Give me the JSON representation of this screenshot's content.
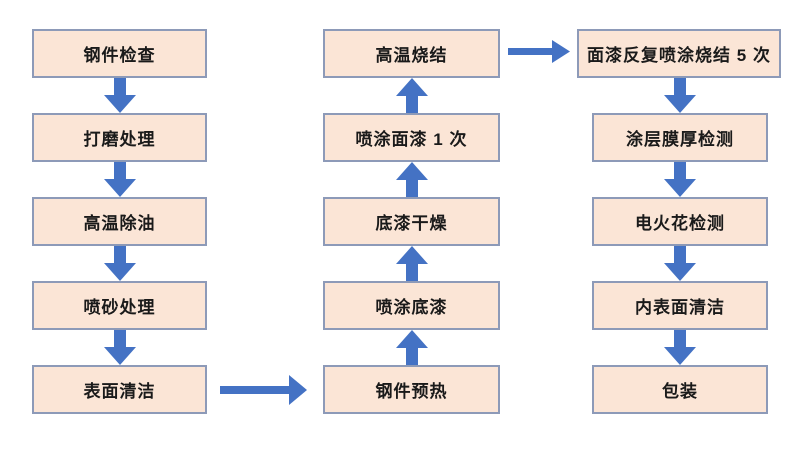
{
  "flowchart": {
    "type": "process-flow",
    "background_color": "#ffffff",
    "box_fill_color": "#fbe5d6",
    "box_border_color": "#8d9ab8",
    "arrow_color": "#4472c4",
    "text_color": "#1a1a1a",
    "columns": [
      {
        "name": "pretreatment",
        "visual_flow": "top-to-bottom",
        "steps": [
          "钢件检查",
          "打磨处理",
          "高温除油",
          "喷砂处理",
          "表面清洁"
        ]
      },
      {
        "name": "coating",
        "visual_flow": "bottom-to-top",
        "steps": [
          "钢件预热",
          "喷涂底漆",
          "底漆干燥",
          "喷涂面漆 1 次",
          "高温烧结"
        ]
      },
      {
        "name": "finishing",
        "visual_flow": "top-to-bottom",
        "steps": [
          "面漆反复喷涂烧结 5 次",
          "涂层膜厚检测",
          "电火花检测",
          "内表面清洁",
          "包装"
        ]
      }
    ],
    "cross_links": [
      {
        "from": "表面清洁",
        "to": "钢件预热",
        "direction": "right"
      },
      {
        "from": "高温烧结",
        "to": "面漆反复喷涂烧结 5 次",
        "direction": "right"
      }
    ]
  }
}
